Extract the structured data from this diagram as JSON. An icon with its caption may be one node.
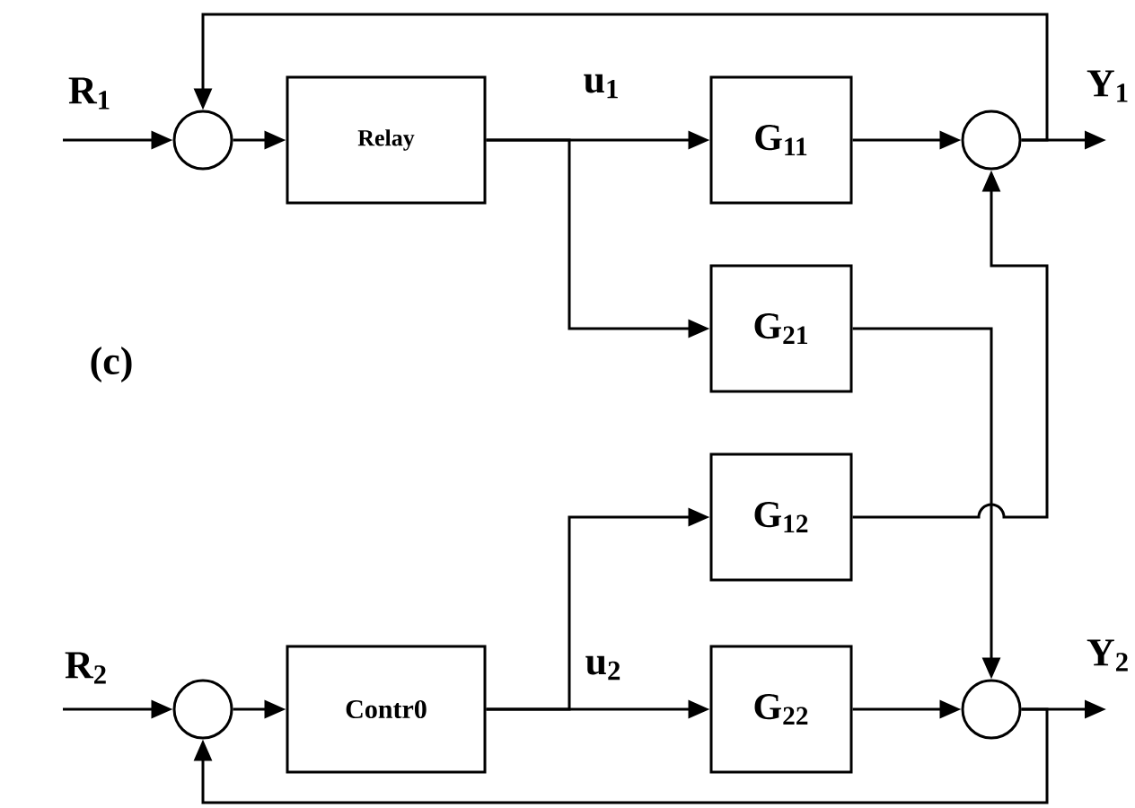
{
  "diagram": {
    "nodes": [
      {
        "text": [],
        "shape": "circle"
      },
      {
        "text": [
          "Relay"
        ]
      },
      {
        "text": [
          "G$_{11}$"
        ]
      },
      {
        "text": [],
        "shape": "circle"
      },
      {
        "text": [
          "G$_{21}$"
        ]
      },
      {
        "text": [
          "G$_{12}$"
        ]
      },
      {
        "text": [],
        "shape": "circle"
      },
      {
        "text": [
          "Contr0"
        ]
      },
      {
        "text": [
          "G$_{22}$"
        ]
      },
      {
        "text": [],
        "shape": "circle"
      }
    ],
    "edges": [
      {
        "from": null,
        "to": 0,
        "arrow": "to"
      },
      {
        "from": 0,
        "to": 1,
        "arrow": "to"
      },
      {
        "from": 1,
        "to": 2,
        "arrow": "to"
      },
      {
        "from": 1,
        "to": 4,
        "arrow": "to"
      },
      {
        "from": 2,
        "to": 3,
        "arrow": "to"
      },
      {
        "from": 3,
        "to": null,
        "arrow": "to"
      },
      {
        "from": 3,
        "to": 0,
        "arrow": "to"
      },
      {
        "from": 4,
        "to": 9,
        "arrow": "to"
      },
      {
        "from": 5,
        "to": 3,
        "arrow": "to"
      },
      {
        "from": null,
        "to": 6,
        "arrow": "to"
      },
      {
        "from": 6,
        "to": 7,
        "arrow": "to"
      },
      {
        "from": 7,
        "to": 5,
        "arrow": "to"
      },
      {
        "from": 7,
        "to": 8,
        "arrow": "to"
      },
      {
        "from": 8,
        "to": 9,
        "arrow": "to"
      },
      {
        "from": 9,
        "to": null,
        "arrow": "to"
      },
      {
        "from": 9,
        "to": 6,
        "arrow": "to"
      }
    ],
    "labels": [
      "R$_{1}$",
      "u$_{1}$",
      "Y$_{1}$",
      "(c)",
      "R$_{2}$",
      "u$_{2}$",
      "Y$_{2}$"
    ]
  }
}
